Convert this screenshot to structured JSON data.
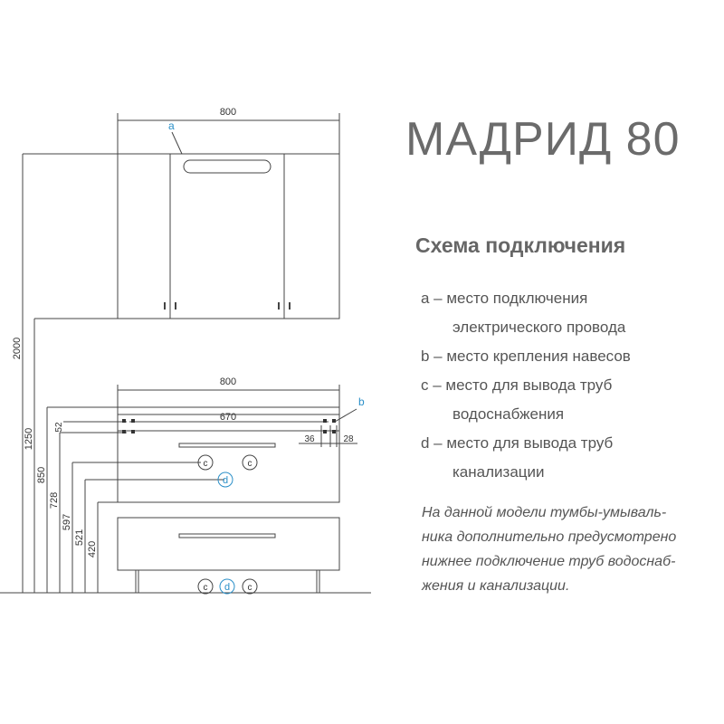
{
  "title": "МАДРИД 80",
  "subtitle": "Схема подключения",
  "legend": [
    {
      "lines": [
        "a – место подключения",
        "электрического провода"
      ]
    },
    {
      "lines": [
        "b – место крепления навесов"
      ]
    },
    {
      "lines": [
        "c –  место для вывода труб",
        "водоснабжения"
      ]
    },
    {
      "lines": [
        "d – место для вывода труб",
        "канализации"
      ]
    }
  ],
  "note_lines": [
    "На данной модели тумбы-умываль-",
    "ника  дополнительно предусмотрено",
    "нижнее подключение труб водоснаб-",
    "жения и канализации."
  ],
  "drawing": {
    "mirror_width": "800",
    "cabinet_width": "800",
    "inner_width": "670",
    "offset_left": "36",
    "offset_right": "28",
    "label_a": "a",
    "label_b": "b",
    "label_c": "c",
    "label_d": "d",
    "heights": [
      "2000",
      "1250",
      "850",
      "728",
      "597",
      "521",
      "420",
      "52"
    ],
    "accent_color": "#2a8fc8",
    "line_color": "#444444"
  }
}
